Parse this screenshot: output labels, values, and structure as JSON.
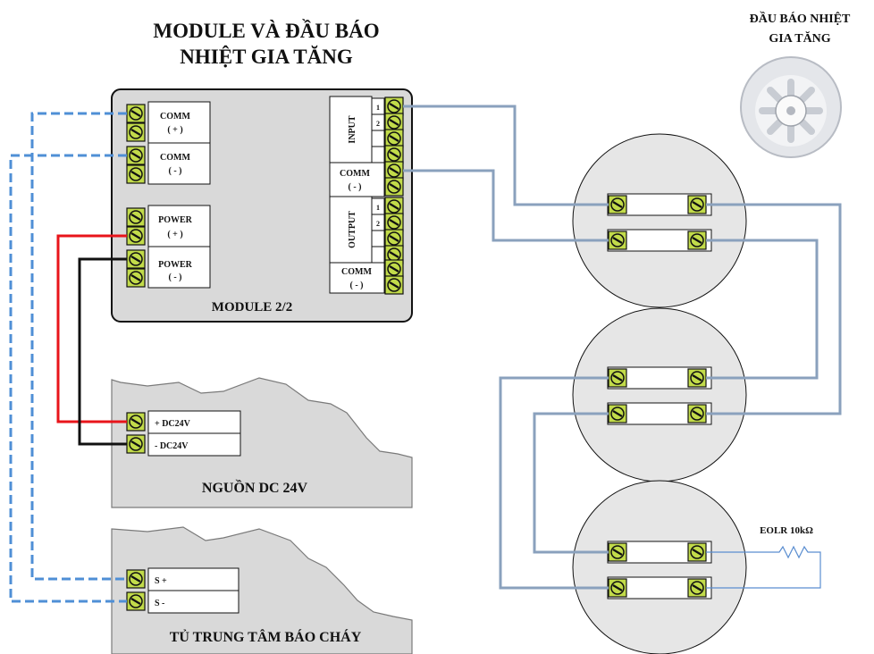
{
  "title": {
    "line1": "MODULE VÀ ĐẦU BÁO",
    "line2": "NHIỆT GIA TĂNG"
  },
  "detector_caption": {
    "line1": "ĐẦU BÁO NHIỆT",
    "line2": "GIA TĂNG"
  },
  "module": {
    "name": "MODULE 2/2",
    "comm_plus": {
      "label": "COMM",
      "sign": "( + )"
    },
    "comm_minus": {
      "label": "COMM",
      "sign": "( - )"
    },
    "power_plus": {
      "label": "POWER",
      "sign": "( + )"
    },
    "power_minus": {
      "label": "POWER",
      "sign": "( - )"
    },
    "input": {
      "label": "INPUT",
      "pin1": "1",
      "pin2": "2"
    },
    "comm_right": {
      "label": "COMM",
      "sign": "( - )"
    },
    "output": {
      "label": "OUTPUT",
      "pin1": "1",
      "pin2": "2"
    },
    "comm_right2": {
      "label": "COMM",
      "sign": "( - )"
    }
  },
  "psu": {
    "name": "NGUỒN DC 24V",
    "plus": "+ DC24V",
    "minus": "-  DC24V"
  },
  "panel": {
    "name": "TỦ TRUNG TÂM BÁO CHÁY",
    "s_plus": "S +",
    "s_minus": "S  -"
  },
  "eolr": "EOLR  10kΩ",
  "colors": {
    "comm_wire": "#4f8fd6",
    "power_pos": "#e8141a",
    "power_neg": "#111111",
    "loop_wire": "#8aa1bd",
    "terminal": "#c2db4a",
    "housing": "#d9d9d9",
    "base": "#e6e6e6"
  }
}
